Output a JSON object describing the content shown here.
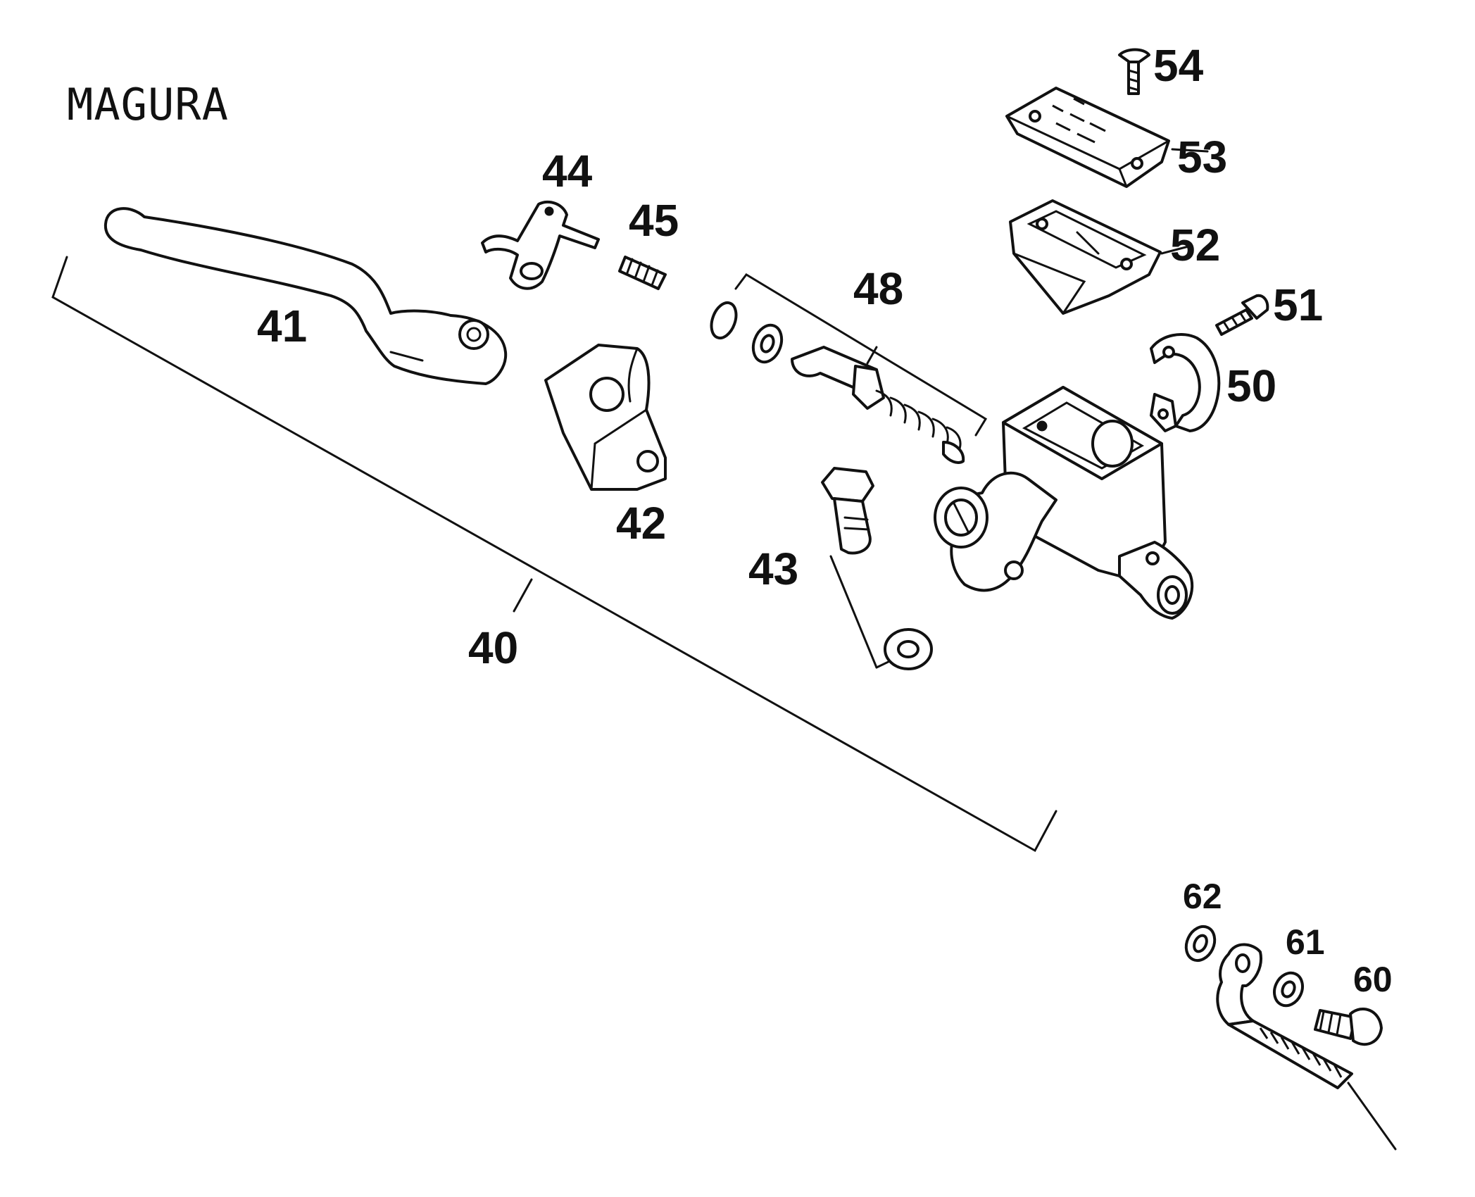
{
  "brand": "MAGURA",
  "callouts": {
    "c40": "40",
    "c41": "41",
    "c42": "42",
    "c43": "43",
    "c44": "44",
    "c45": "45",
    "c48": "48",
    "c50": "50",
    "c51": "51",
    "c52": "52",
    "c53": "53",
    "c54": "54",
    "c60": "60",
    "c61": "61",
    "c62": "62"
  }
}
